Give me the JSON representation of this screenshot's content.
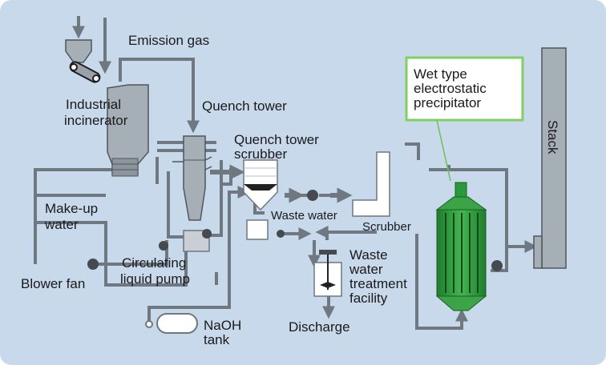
{
  "labels": {
    "emission_gas": "Emission gas",
    "industrial": "Industrial",
    "incinerator": "incinerator",
    "quench_tower": "Quench tower",
    "quench_tower_scrubber_1": "Quench tower",
    "quench_tower_scrubber_2": "scrubber",
    "makeup_1": "Make-up",
    "makeup_2": "water",
    "waste_water": "Waste water",
    "scrubber": "Scrubber",
    "circulating_1": "Circulating",
    "circulating_2": "liquid pump",
    "blower_fan": "Blower fan",
    "wwt_1": "Waste",
    "wwt_2": "water",
    "wwt_3": "treatment",
    "wwt_4": "facility",
    "discharge": "Discharge",
    "naoh_1": "NaOH",
    "naoh_2": "tank",
    "wesp_1": "Wet type",
    "wesp_2": "electrostatic",
    "wesp_3": "precipitator",
    "stack": "Stack"
  },
  "colors": {
    "background": "#c9d9ec",
    "pipe": "#6f7780",
    "equipment": "#a7afb6",
    "wesp_green": "#2c9a3c",
    "highlight_border": "#7fcf62"
  }
}
